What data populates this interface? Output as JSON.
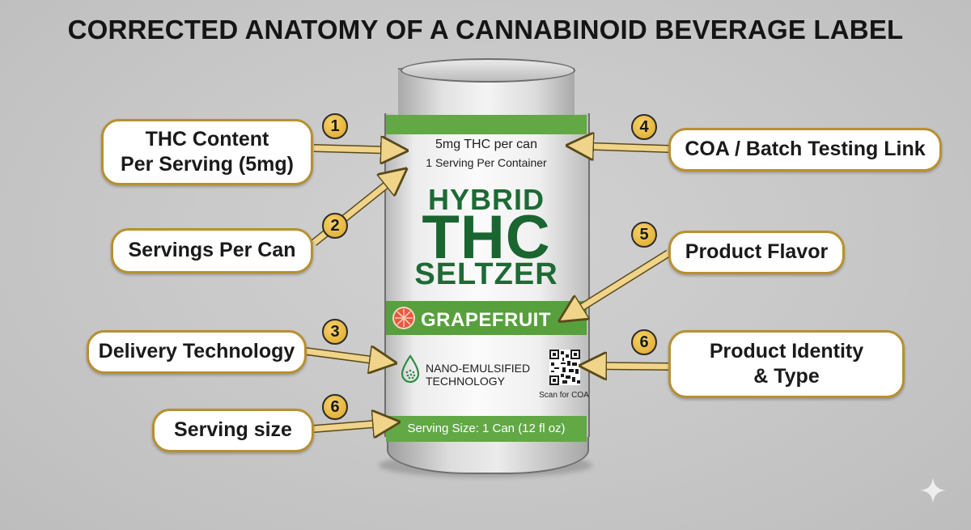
{
  "title": "CORRECTED ANATOMY OF A CANNABINOID BEVERAGE LABEL",
  "can": {
    "line1": "5mg THC per can",
    "line2": "1 Serving Per Container",
    "hybrid": "HYBRID",
    "thc": "THC",
    "seltzer": "SELTZER",
    "flavor": "GRAPEFRUIT",
    "tech_line1": "NANO-EMULSIFIED",
    "tech_line2": "TECHNOLOGY",
    "scan": "Scan for COA",
    "serving": "Serving Size: 1 Can (12 fl oz)"
  },
  "callouts": {
    "thc_content_line1": "THC Content",
    "thc_content_line2": "Per Serving (5mg)",
    "servings": "Servings Per Can",
    "delivery": "Delivery Technology",
    "serving_size": "Serving size",
    "coa": "COA / Batch Testing Link",
    "flavor": "Product Flavor",
    "identity_line1": "Product Identity",
    "identity_line2": "& Type"
  },
  "badges": {
    "b1": "1",
    "b2": "2",
    "b3": "3",
    "b4": "4",
    "b5": "5",
    "b6a": "6",
    "b6b": "6"
  },
  "colors": {
    "label_green": "#62a845",
    "text_green": "#1a6530",
    "gold": "#b7902f",
    "badge_gold": "#e6b43a"
  }
}
